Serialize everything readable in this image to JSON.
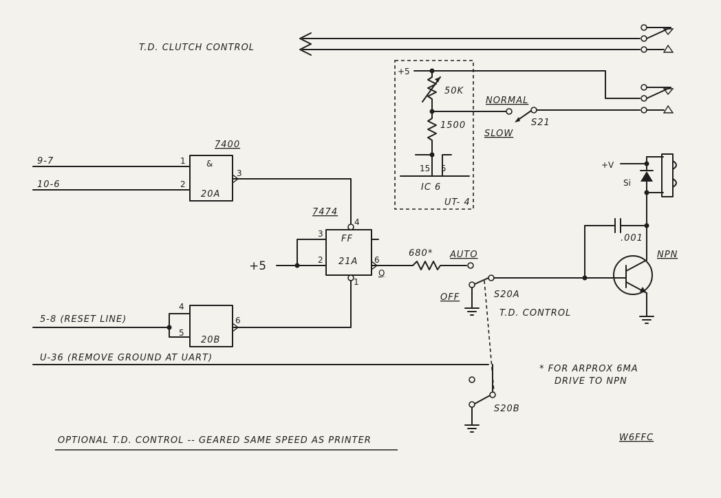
{
  "labels": {
    "clutch_control": "T.D. CLUTCH CONTROL",
    "plus5_ut4": "+5",
    "r_50k": "50K",
    "r_1500": "1500",
    "ic6_pin15": "15",
    "ic6_pin5": "5",
    "ic6": "IC 6",
    "ut4": "UT- 4",
    "normal": "NORMAL",
    "slow": "SLOW",
    "s21": "S21",
    "ic_7400": "7400",
    "nand_symbol": "&",
    "gate_20a": "20A",
    "gate_20b": "20B",
    "pin1": "1",
    "pin2": "2",
    "pin3": "3",
    "pin4": "4",
    "pin5": "5",
    "pin6": "6",
    "in_9_7": "9-7",
    "in_10_6": "10-6",
    "ic_7474": "7474",
    "ff": "FF",
    "ff_21a": "21A",
    "q_bar": "Q",
    "plus5_ff": "+5",
    "r_680": "680*",
    "auto": "AUTO",
    "reset_line": "5-8 (RESET LINE)",
    "u36": "U-36 (REMOVE GROUND AT UART)",
    "off": "OFF",
    "s20a": "S20A",
    "td_control": "T.D. CONTROL",
    "s20b": "S20B",
    "cap_001": ".001",
    "npn": "NPN",
    "plus_v": "+V",
    "diode_si": "Si",
    "note_line1": "* FOR ARPROX 6MA",
    "note_line2": "DRIVE TO NPN",
    "title": "OPTIONAL T.D. CONTROL -- GEARED SAME SPEED AS PRINTER",
    "callsign": "W6FFC"
  }
}
